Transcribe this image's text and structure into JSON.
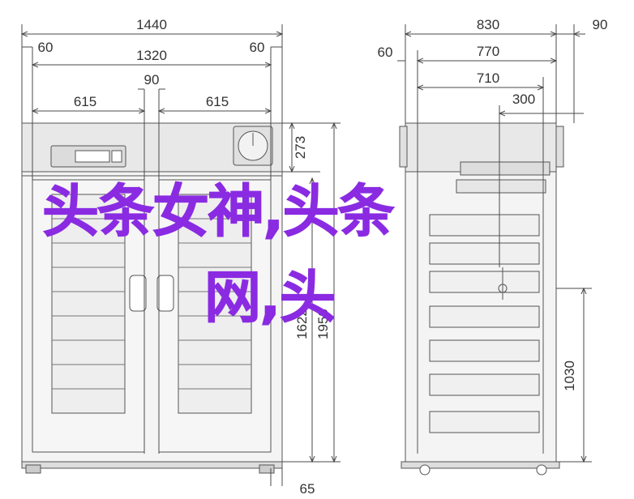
{
  "dimensions": {
    "front": {
      "overall_width": "1440",
      "side_margin_left": "60",
      "side_margin_right": "60",
      "inner_width": "1320",
      "gap_between_doors": "90",
      "door_width_left": "615",
      "door_width_right": "615",
      "top_unit_height": "273",
      "interior_height": "1622",
      "total_height": "1950",
      "bottom_label": "65"
    },
    "side": {
      "overall_depth": "830",
      "top_offset": "90",
      "back_margin": "60",
      "depth_770": "770",
      "depth_710": "710",
      "depth_300": "300",
      "shelf_height": "1030"
    }
  },
  "overlay": {
    "line1": "头条女神,头条",
    "line2": "网,头"
  },
  "colors": {
    "drawing_line": "#555555",
    "dim_line": "#4a4a4a",
    "panel_fill": "#eaeaea",
    "overlay_text": "#8a2be2"
  }
}
